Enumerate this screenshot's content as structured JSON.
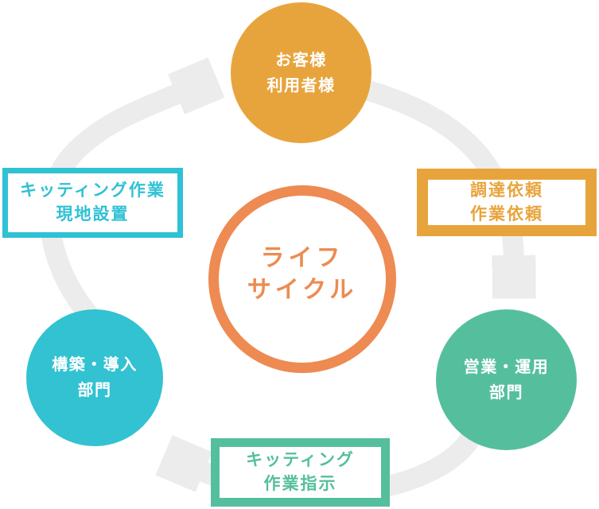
{
  "diagram_title": {
    "line1": "ライフ",
    "line2": "サイクル"
  },
  "nodes": {
    "customer": {
      "line1": "お客様",
      "line2": "利用者様"
    },
    "sales_operations": {
      "line1": "営業・運用",
      "line2": "部門"
    },
    "build_deployment": {
      "line1": "構築・導入",
      "line2": "部門"
    }
  },
  "flow_labels": {
    "procurement_request": {
      "line1": "調達依頼",
      "line2": "作業依頼"
    },
    "kitting_instruction": {
      "line1": "キッティング",
      "line2": "作業指示"
    },
    "kitting_work": {
      "line1": "キッティング作業",
      "line2": "現地設置"
    }
  },
  "colors": {
    "customer_yellow": "#E8A43C",
    "cycle_orange": "#ED8B52",
    "build_cyan": "#32C2D2",
    "sales_teal": "#55BF9D",
    "arrow_gray": "#ECECEC"
  }
}
